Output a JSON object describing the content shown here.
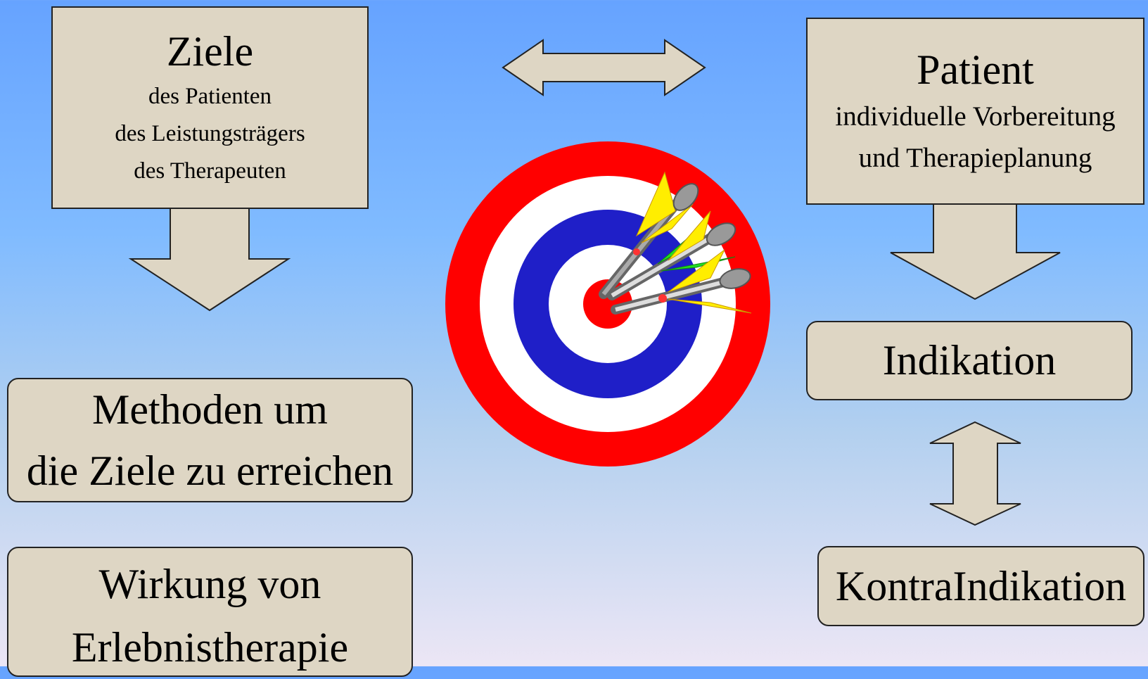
{
  "diagram": {
    "goals": {
      "title": "Ziele",
      "lines": [
        "des Patienten",
        "des Leistungsträgers",
        "des Therapeuten"
      ]
    },
    "patient": {
      "title": "Patient",
      "lines": [
        "individuelle Vorbereitung",
        "und Therapieplanung"
      ]
    },
    "methods": {
      "line1": "Methoden um",
      "line2": "die Ziele zu erreichen"
    },
    "effect": {
      "line1": "Wirkung von",
      "line2": "Erlebnistherapie"
    },
    "indication": "Indikation",
    "contraindication": "KontraIndikation",
    "colors": {
      "box_fill": "#ded6c4",
      "target_outer": "#ff0000",
      "target_mid": "#1f1fc8",
      "target_light": "#ffffff",
      "dart_flight": "#ffee00",
      "dart_accent": "#22dd22",
      "dart_shaft": "#888888"
    }
  }
}
